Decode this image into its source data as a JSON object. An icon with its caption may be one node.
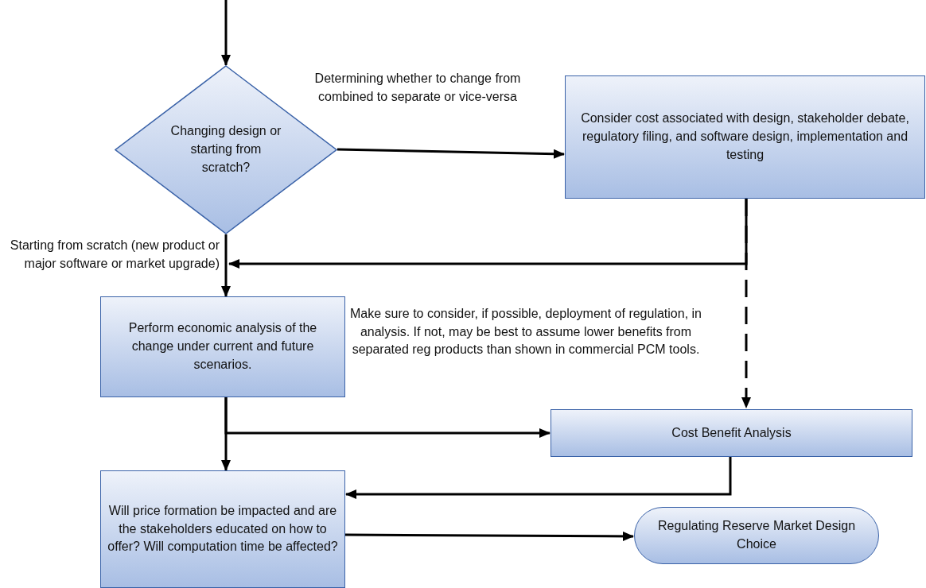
{
  "diagram": {
    "nodes": [
      {
        "text": [
          "Changing design or starting from scratch?"
        ]
      },
      {
        "text": [
          "Consider cost associated with design, stakeholder debate, regulatory filing, and software design, implementation and testing"
        ]
      },
      {
        "text": [
          "Perform economic analysis of the change under current and future scenarios."
        ]
      },
      {
        "text": [
          "Cost Benefit Analysis"
        ]
      },
      {
        "text": [
          "Will price formation be impacted and are the stakeholders educated on how to offer? Will computation time be affected?"
        ]
      },
      {
        "text": [
          "Regulating Reserve Market Design Choice"
        ]
      }
    ],
    "edges": [
      {
        "from": null,
        "to": 0,
        "arrow": "to"
      },
      {
        "from": 0,
        "to": 1,
        "arrow": "to",
        "label": "Determining whether to change from combined to separate or vice-versa"
      },
      {
        "from": 0,
        "to": 2,
        "arrow": "to",
        "label": "Starting from scratch (new product or major software or market upgrade)"
      },
      {
        "from": 1,
        "to": 2,
        "arrow": "to"
      },
      {
        "from": 1,
        "to": 3,
        "arrow": "to",
        "style": "dashed"
      },
      {
        "from": 2,
        "to": 3,
        "arrow": "to"
      },
      {
        "from": 2,
        "to": 4,
        "arrow": "to"
      },
      {
        "from": 3,
        "to": 4,
        "arrow": "to"
      },
      {
        "from": 4,
        "to": 5,
        "arrow": "to"
      }
    ],
    "labels": [
      "Make sure to consider, if possible, deployment of regulation, in analysis. If not, may be best to assume lower benefits from separated reg products than shown in commercial PCM tools."
    ]
  }
}
